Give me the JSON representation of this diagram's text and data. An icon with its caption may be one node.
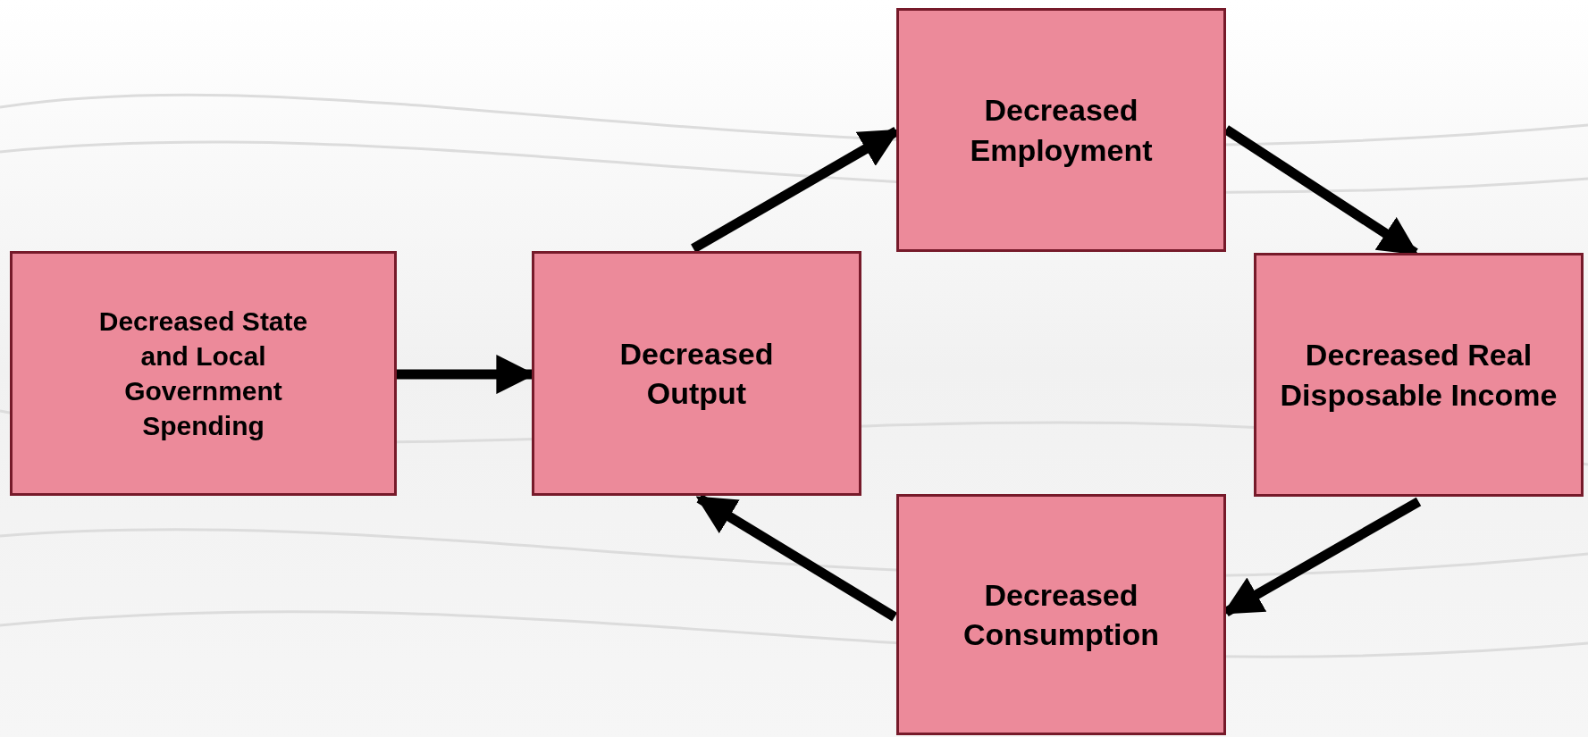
{
  "diagram": {
    "nodes": [
      {
        "text": [
          "Decreased State and Local Government Spending"
        ]
      },
      {
        "text": [
          "Decreased Output"
        ]
      },
      {
        "text": [
          "Decreased Employment"
        ]
      },
      {
        "text": [
          "Decreased Real Disposable Income"
        ]
      },
      {
        "text": [
          "Decreased Consumption"
        ]
      }
    ],
    "edges": [
      {
        "from": 0,
        "to": 1,
        "arrow": "to"
      },
      {
        "from": 1,
        "to": 2,
        "arrow": "to"
      },
      {
        "from": 2,
        "to": 3,
        "arrow": "to"
      },
      {
        "from": 3,
        "to": 4,
        "arrow": "to"
      },
      {
        "from": 4,
        "to": 1,
        "arrow": "to"
      }
    ]
  }
}
